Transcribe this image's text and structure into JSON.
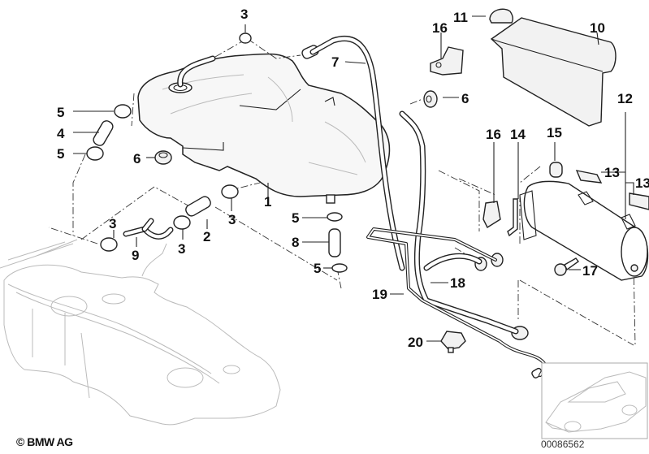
{
  "diagram": {
    "title": "Fuel tank and activated charcoal filter assembly",
    "copyright": "© BMW AG",
    "document_number": "00086562",
    "callouts": [
      {
        "id": "c1",
        "label": "1",
        "part": "fuel-tank"
      },
      {
        "id": "c2",
        "label": "2",
        "part": "hose"
      },
      {
        "id": "c3a",
        "label": "3",
        "part": "hose-clamp"
      },
      {
        "id": "c3b",
        "label": "3",
        "part": "hose-clamp"
      },
      {
        "id": "c3c",
        "label": "3",
        "part": "hose-clamp"
      },
      {
        "id": "c3d",
        "label": "3",
        "part": "hose-clamp"
      },
      {
        "id": "c4",
        "label": "4",
        "part": "hose"
      },
      {
        "id": "c5a",
        "label": "5",
        "part": "hose-clamp"
      },
      {
        "id": "c5b",
        "label": "5",
        "part": "hose-clamp"
      },
      {
        "id": "c5c",
        "label": "5",
        "part": "hose-clamp"
      },
      {
        "id": "c5d",
        "label": "5",
        "part": "hose-clamp"
      },
      {
        "id": "c6a",
        "label": "6",
        "part": "grommet"
      },
      {
        "id": "c6b",
        "label": "6",
        "part": "grommet"
      },
      {
        "id": "c7",
        "label": "7",
        "part": "vent-line"
      },
      {
        "id": "c8",
        "label": "8",
        "part": "hose"
      },
      {
        "id": "c9",
        "label": "9",
        "part": "y-connector"
      },
      {
        "id": "c10",
        "label": "10",
        "part": "cover"
      },
      {
        "id": "c11",
        "label": "11",
        "part": "grommet"
      },
      {
        "id": "c12",
        "label": "12",
        "part": "bracket-set"
      },
      {
        "id": "c13a",
        "label": "13",
        "part": "pad"
      },
      {
        "id": "c13b",
        "label": "13",
        "part": "pad"
      },
      {
        "id": "c14",
        "label": "14",
        "part": "bracket"
      },
      {
        "id": "c15",
        "label": "15",
        "part": "rubber-mount"
      },
      {
        "id": "c16a",
        "label": "16",
        "part": "clip"
      },
      {
        "id": "c16b",
        "label": "16",
        "part": "clip"
      },
      {
        "id": "c17",
        "label": "17",
        "part": "bolt"
      },
      {
        "id": "c18",
        "label": "18",
        "part": "vent-line"
      },
      {
        "id": "c19",
        "label": "19",
        "part": "vent-pipe"
      },
      {
        "id": "c20",
        "label": "20",
        "part": "holder"
      }
    ]
  }
}
